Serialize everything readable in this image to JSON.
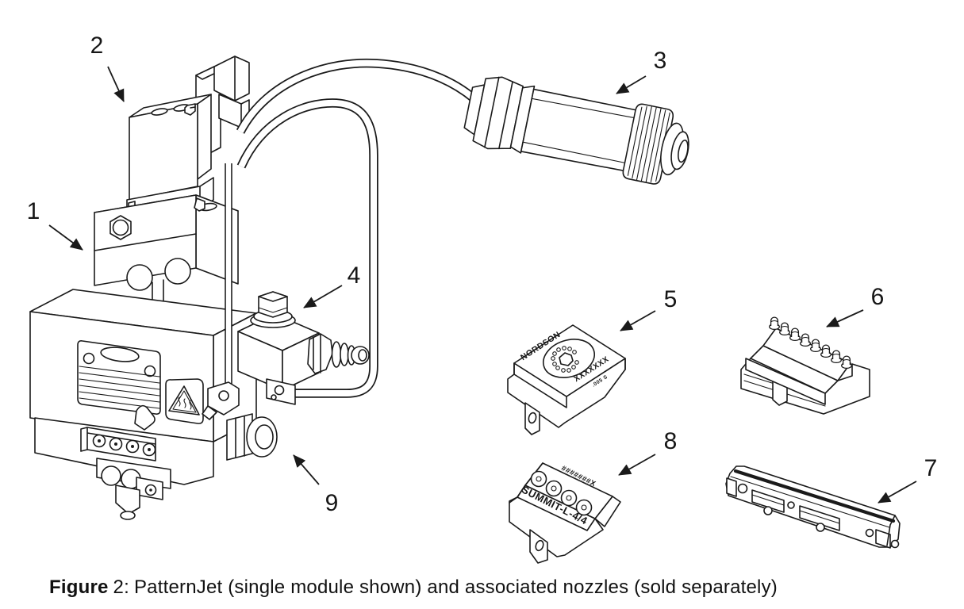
{
  "figure": {
    "caption": {
      "label": "Figure",
      "number": "2:",
      "text": "PatternJet (single module shown) and associated nozzles (sold separately)"
    }
  },
  "callouts": {
    "n1": "1",
    "n2": "2",
    "n3": "3",
    "n4": "4",
    "n5": "5",
    "n6": "6",
    "n7": "7",
    "n8": "8",
    "n9": "9"
  },
  "markings": {
    "nozzle5_brand": "NORDSON",
    "nozzle5_part": "XXXXXXX",
    "nozzle5_size": ".005 S",
    "nozzle8_model": "SUMMIT-L-4/4",
    "nozzle8_part": "#######X"
  },
  "colors": {
    "line": "#1a1a1a",
    "background": "#ffffff"
  }
}
